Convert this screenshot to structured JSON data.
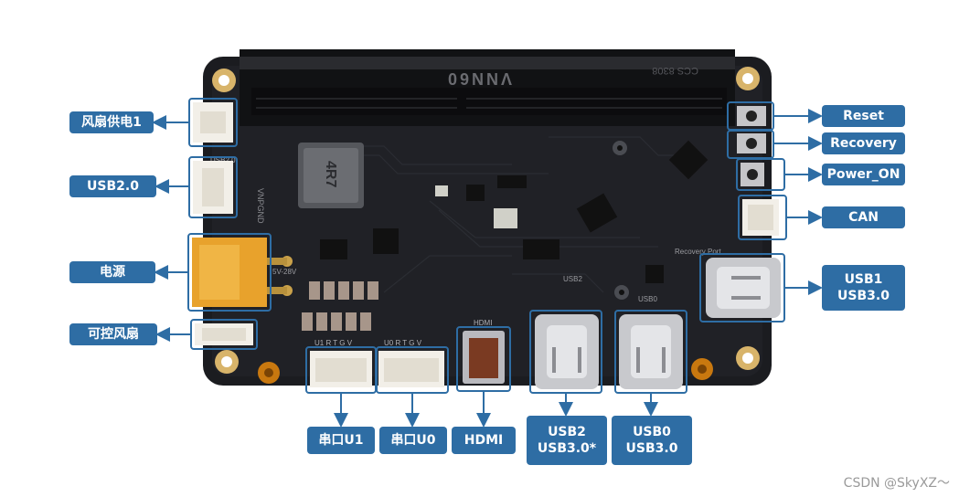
{
  "board": {
    "silk_top": "VNN60",
    "silk_top_right": "CCS 8308",
    "inductor_mark": "4R7",
    "usb20_silk": "USB2.0",
    "voltage_silk": "5V-28V",
    "hdmi_silk": "HDMI",
    "usb2_silk": "USB2",
    "usb0_silk": "USB0",
    "recovery_port_silk": "Recovery Port",
    "u1_silk": "U1  R T G V",
    "u0_silk": "U0  R T G V",
    "pin_header_silk": "VNPGND"
  },
  "labels": {
    "fan_power": "风扇供电1",
    "usb20": "USB2.0",
    "power": "电源",
    "ctrl_fan": "可控风扇",
    "reset": "Reset",
    "recovery": "Recovery",
    "power_on": "Power_ON",
    "can": "CAN",
    "usb1": "USB1\nUSB3.0",
    "uart_u1": "串口U1",
    "uart_u0": "串口U0",
    "hdmi": "HDMI",
    "usb2": "USB2\nUSB3.0*",
    "usb0": "USB0\nUSB3.0"
  },
  "colors": {
    "label_bg": "#2e6da4",
    "callout_box": "#2e6da4",
    "pcb": "#1b1c20",
    "power_connector": "#e8a22c"
  },
  "watermark": "CSDN @SkyXZ～"
}
